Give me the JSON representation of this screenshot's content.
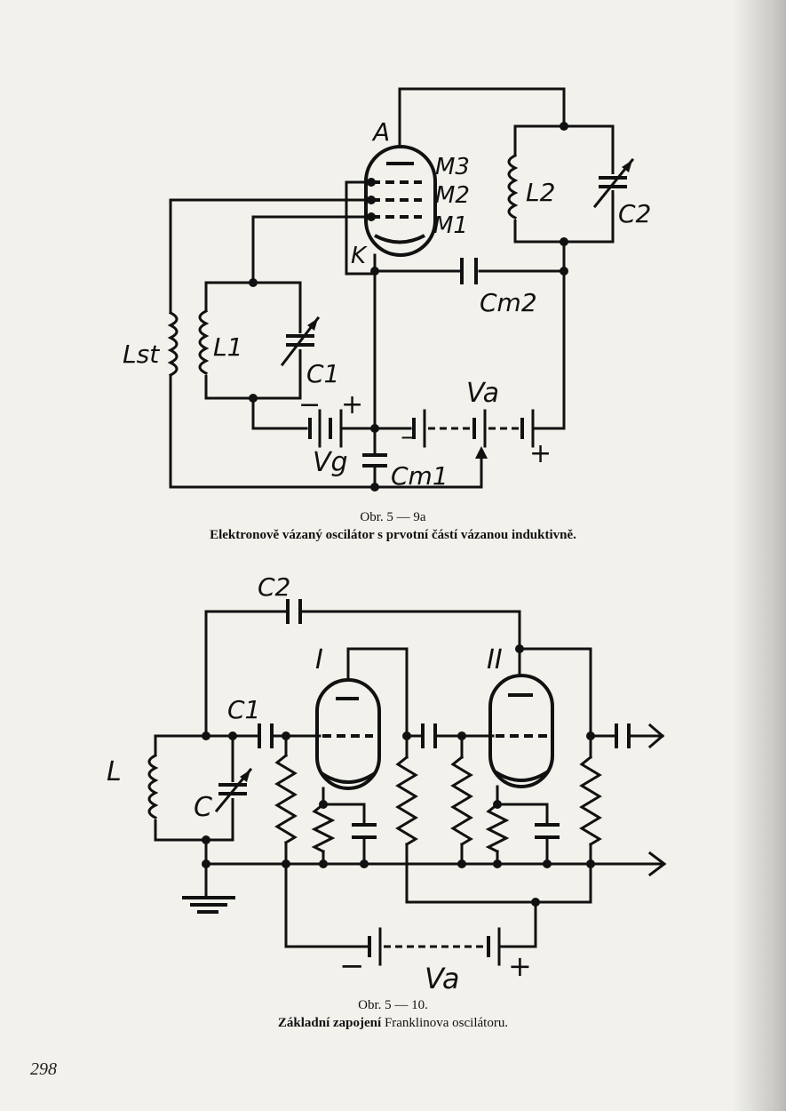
{
  "figure1": {
    "label": "Obr. 5 — 9a",
    "caption": "Elektronově vázaný oscilátor s prvotní částí vázanou induktivně.",
    "components": {
      "anode": "A",
      "cathode": "K",
      "m3": "M3",
      "m2": "M2",
      "m1": "M1",
      "l2": "L2",
      "c2": "C2",
      "cm2": "Cm2",
      "lst": "Lst",
      "l1": "L1",
      "c1": "C1",
      "va": "Va",
      "vg": "Vg",
      "cm1": "Cm1",
      "minus": "−",
      "plus": "+"
    }
  },
  "figure2": {
    "label": "Obr. 5 — 10.",
    "caption_bold": "Základní zapojení",
    "caption_rest": "Franklinova oscilátoru.",
    "components": {
      "c2": "C2",
      "c1": "C1",
      "l": "L",
      "c": "C",
      "tube1": "I",
      "tube2": "II",
      "va": "Va",
      "minus": "−",
      "plus": "+"
    }
  },
  "page_number": "298"
}
